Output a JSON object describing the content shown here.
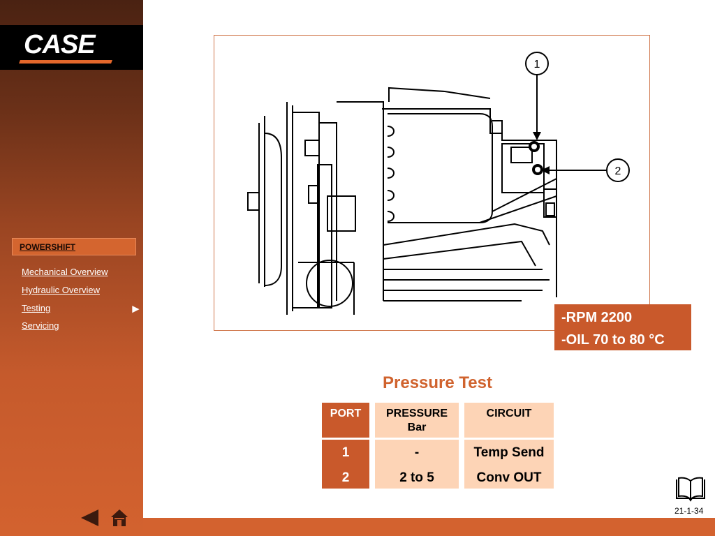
{
  "logo": {
    "text": "CASE"
  },
  "nav": {
    "section_label": "POWERSHIFT",
    "items": [
      {
        "label": "Mechanical Overview"
      },
      {
        "label": "Hydraulic Overview"
      },
      {
        "label": "Testing"
      },
      {
        "label": "Servicing"
      }
    ],
    "current_arrow": "►"
  },
  "diagram": {
    "callouts": [
      "1",
      "2"
    ]
  },
  "conditions": {
    "line1": "-RPM 2200",
    "line2": "-OIL  70 to 80 °C"
  },
  "test_title": "Pressure Test",
  "table": {
    "headers": {
      "port": "PORT",
      "pressure": "PRESSURE",
      "pressure_unit": "Bar",
      "circuit": "CIRCUIT"
    },
    "rows": [
      {
        "port": "1",
        "pressure": "-",
        "circuit": "Temp Send"
      },
      {
        "port": "2",
        "pressure": "2 to 5",
        "circuit": "Conv OUT"
      }
    ]
  },
  "footer": {
    "page_number": "21-1-34"
  },
  "icons": {
    "back": "back-arrow-icon",
    "home": "home-icon",
    "reference": "book-icon"
  },
  "colors": {
    "accent": "#d3622f",
    "dark": "#4a2212",
    "table_light": "#fdd4b6",
    "table_dark": "#c9592b"
  }
}
